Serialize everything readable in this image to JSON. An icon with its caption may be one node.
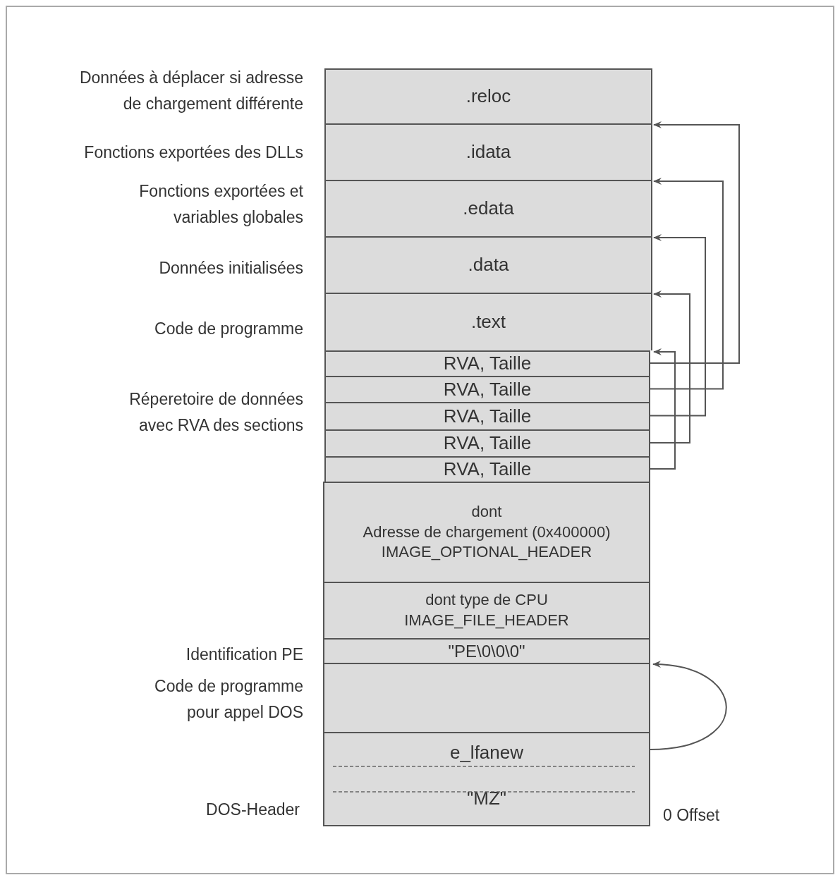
{
  "diagram": {
    "nodes": [
      {
        "text": [
          ".reloc"
        ]
      },
      {
        "text": [
          ".idata"
        ]
      },
      {
        "text": [
          ".edata"
        ]
      },
      {
        "text": [
          ".data"
        ]
      },
      {
        "text": [
          ".text"
        ]
      },
      {
        "text": [
          "RVA, Taille"
        ]
      },
      {
        "text": [
          "RVA, Taille"
        ]
      },
      {
        "text": [
          "RVA, Taille"
        ]
      },
      {
        "text": [
          "RVA, Taille"
        ]
      },
      {
        "text": [
          "RVA, Taille"
        ]
      },
      {
        "text": [
          "dont",
          "Adresse de chargement (0x400000)",
          "IMAGE_OPTIONAL_HEADER"
        ]
      },
      {
        "text": [
          "dont type de CPU",
          "IMAGE_FILE_HEADER"
        ]
      },
      {
        "text": [
          "\"PE\\0\\0\\0\""
        ]
      },
      {
        "text": [],
        "shape": "box"
      },
      {
        "text": [
          "e_lfanew"
        ]
      },
      {
        "text": [
          "\"MZ\""
        ]
      }
    ],
    "edges": [
      {
        "from": 5,
        "to": 0,
        "arrow": "to"
      },
      {
        "from": 6,
        "to": 1,
        "arrow": "to"
      },
      {
        "from": 7,
        "to": 2,
        "arrow": "to"
      },
      {
        "from": 8,
        "to": 3,
        "arrow": "to"
      },
      {
        "from": 9,
        "to": 4,
        "arrow": "to"
      },
      {
        "from": 14,
        "to": 12,
        "arrow": "to"
      }
    ],
    "labels": [
      "Données à déplacer si adresse de chargement différente",
      "Fonctions exportées des DLLs",
      "Fonctions exportées et variables globales",
      "Données initialisées",
      "Code de programme",
      "Réperetoire de données avec RVA des sections",
      "Identification PE",
      "Code de programme pour appel DOS",
      "DOS-Header",
      "0 Offset"
    ]
  }
}
